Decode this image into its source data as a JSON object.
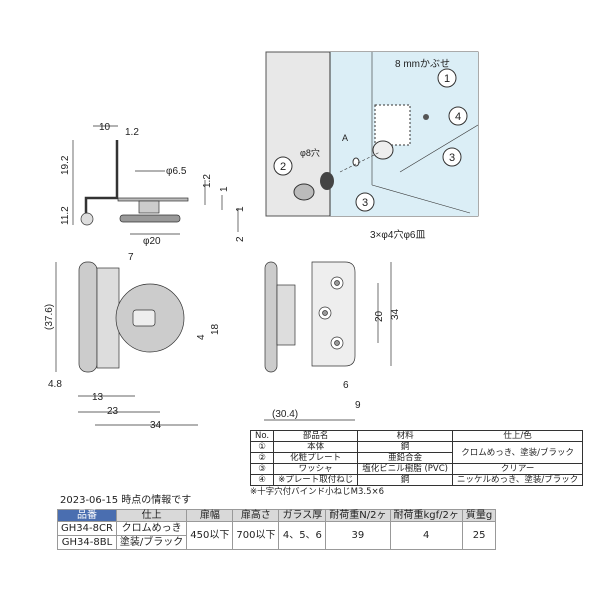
{
  "illustration": {
    "overlay_label": "8 mmかぶせ",
    "hole_label": "φ8穴",
    "a_label": "A",
    "callouts": [
      "1",
      "2",
      "3",
      "3",
      "4"
    ],
    "glass_color": "#dbeef6"
  },
  "side_view": {
    "dims": [
      "10",
      "1.2",
      "19.2",
      "11.2",
      "φ6.5",
      "1.2",
      "1",
      "1",
      "2",
      "φ20"
    ]
  },
  "front_view": {
    "dims": [
      "7",
      "(37.6)",
      "18",
      "4",
      "4.8",
      "13",
      "23",
      "34"
    ]
  },
  "plate_view": {
    "dims": [
      "3×φ4穴φ6皿",
      "20",
      "34",
      "6",
      "9",
      "(30.4)"
    ]
  },
  "parts_table": {
    "headers": [
      "No.",
      "部品名",
      "材料",
      "仕上/色"
    ],
    "rows": [
      {
        "no": "①",
        "name": "本体",
        "material": "鋼",
        "finish": "クロムめっき、塗装/ブラック"
      },
      {
        "no": "②",
        "name": "化粧プレート",
        "material": "亜鉛合金"
      },
      {
        "no": "③",
        "name": "ワッシャ",
        "material": "塩化ビニル樹脂 (PVC)",
        "finish": "クリアー"
      },
      {
        "no": "④",
        "name": "※プレート取付ねじ",
        "material": "鋼",
        "finish": "ニッケルめっき、塗装/ブラック"
      }
    ],
    "note": "※十字穴付バインド小ねじM3.5×6"
  },
  "info_date": "2023-06-15 時点の情報です",
  "spec_table": {
    "headers": [
      "品番",
      "仕上",
      "扉幅",
      "扉高さ",
      "ガラス厚",
      "耐荷重N/2ヶ",
      "耐荷重kgf/2ヶ",
      "質量g"
    ],
    "rows": [
      {
        "part": "GH34-8CR",
        "finish": "クロムめっき"
      },
      {
        "part": "GH34-8BL",
        "finish": "塗装/ブラック"
      }
    ],
    "shared": {
      "width": "450以下",
      "height": "700以下",
      "glass": "4、5、6",
      "load_n": "39",
      "load_kgf": "4",
      "mass": "25"
    }
  }
}
